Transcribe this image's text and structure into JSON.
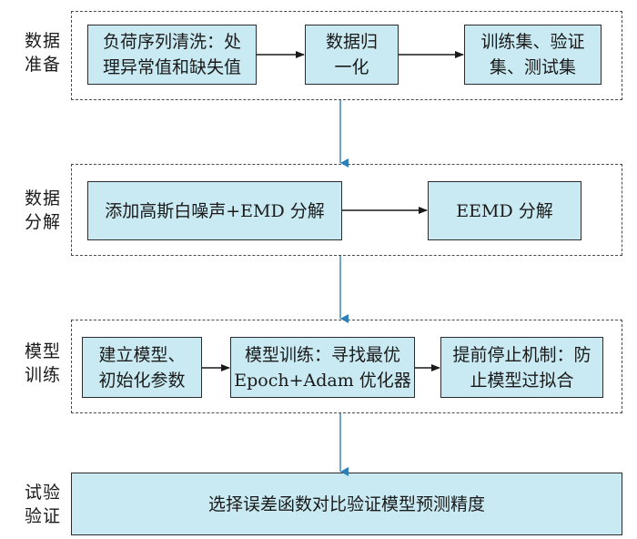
{
  "stages": [
    {
      "label": "数据\n准备",
      "boxes": [
        "负荷序列清洗：处\n理异常值和缺失值",
        "数据归\n一化",
        "训练集、验证\n集、测试集"
      ]
    },
    {
      "label": "数据\n分解",
      "boxes": [
        "添加高斯白噪声+EMD 分解",
        "EEMD 分解"
      ]
    },
    {
      "label": "模型\n训练",
      "boxes": [
        "建立模型、\n初始化参数",
        "模型训练：寻找最优\nEpoch+Adam 优化器",
        "提前停止机制：防\n止模型过拟合"
      ]
    },
    {
      "label": "试验\n验证",
      "boxes": [
        "选择误差函数对比验证模型预测精度"
      ]
    }
  ],
  "colors": {
    "box_fill": "#c9eaf2",
    "box_border": "#2b2b2b",
    "group_border": "#4a4a4a",
    "horizontal_arrow": "#1a1a1a",
    "vertical_arrow": "#2e7fb8"
  }
}
